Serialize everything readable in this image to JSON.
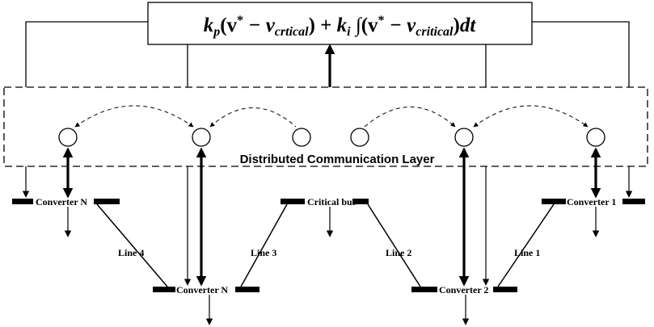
{
  "formula": {
    "kp": "k",
    "kp_sub": "p",
    "part1": "(v",
    "star1": "*",
    "minus1": " − v",
    "vc_sub1": "crtical",
    "close1": ")",
    "plus": " + ",
    "ki": "k",
    "ki_sub": "i",
    "integral": " ∫",
    "part2": "(v",
    "star2": "*",
    "minus2": " − v",
    "vc_sub2": "critical",
    "close2": ")",
    "dt": "dt"
  },
  "layer_label": "Distributed Communication Layer",
  "buses": {
    "converter_n_top": "Converter N",
    "critical_bus": "Critical bus",
    "converter_1": "Converter 1",
    "converter_n_bottom": "Converter N",
    "converter_2": "Converter 2"
  },
  "lines": {
    "line4": "Line 4",
    "line3": "Line 3",
    "line2": "Line 2",
    "line1": "Line 1"
  }
}
